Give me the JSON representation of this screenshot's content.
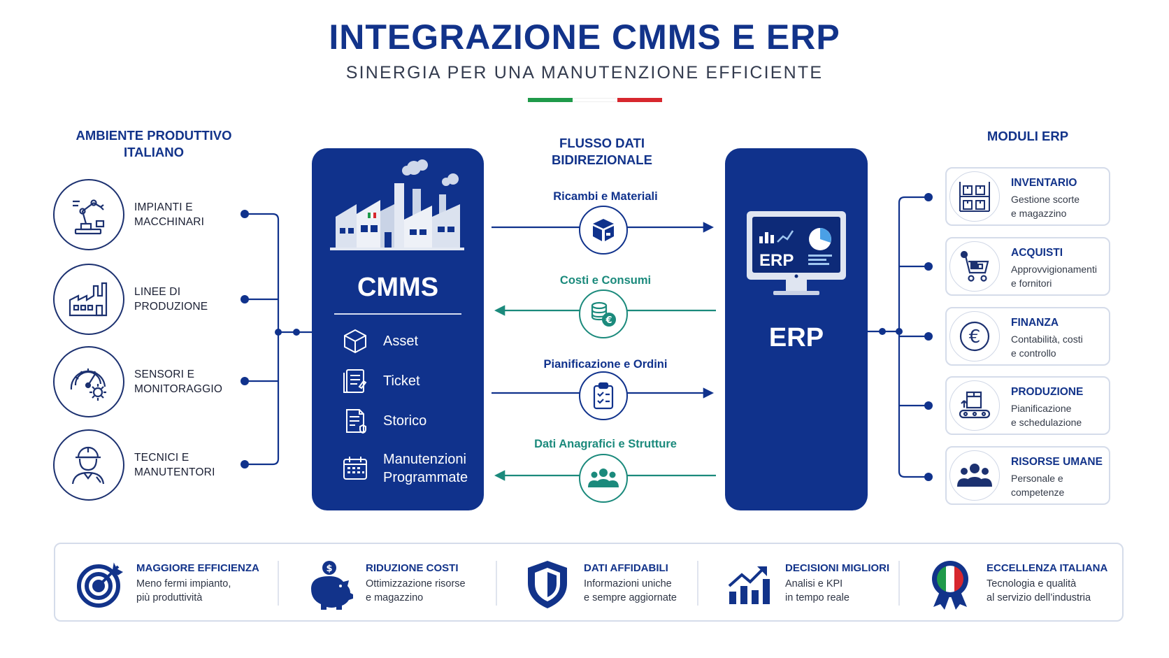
{
  "header": {
    "title": "INTEGRAZIONE CMMS E ERP",
    "subtitle": "SINERGIA PER UNA MANUTENZIONE EFFICIENTE"
  },
  "colors": {
    "navy": "#10328c",
    "teal": "#1b8a7c",
    "flag_green": "#1f9a4a",
    "flag_white": "#ffffff",
    "flag_red": "#d7272e"
  },
  "left": {
    "heading_line1": "AMBIENTE PRODUTTIVO",
    "heading_line2": "ITALIANO",
    "items": [
      {
        "line1": "IMPIANTI E",
        "line2": "MACCHINARI",
        "icon": "robot-arm-icon"
      },
      {
        "line1": "LINEE DI",
        "line2": "PRODUZIONE",
        "icon": "factory-icon"
      },
      {
        "line1": "SENSORI E",
        "line2": "MONITORAGGIO",
        "icon": "gauge-gear-icon"
      },
      {
        "line1": "TECNICI E",
        "line2": "MANUTENTORI",
        "icon": "technician-icon"
      }
    ]
  },
  "cmms": {
    "title": "CMMS",
    "items": [
      {
        "label": "Asset",
        "icon": "cube-icon"
      },
      {
        "label": "Ticket",
        "icon": "ticket-icon"
      },
      {
        "label": "Storico",
        "icon": "history-doc-icon"
      },
      {
        "label_line1": "Manutenzioni",
        "label_line2": "Programmate",
        "icon": "calendar-icon"
      }
    ]
  },
  "flow": {
    "heading_line1": "FLUSSO DATI",
    "heading_line2": "BIDIREZIONALE",
    "items": [
      {
        "label": "Ricambi e Materiali",
        "direction": "right",
        "icon": "box-icon"
      },
      {
        "label": "Costi e Consumi",
        "direction": "left",
        "icon": "coins-icon"
      },
      {
        "label": "Pianificazione e Ordini",
        "direction": "right",
        "icon": "clipboard-icon"
      },
      {
        "label": "Dati Anagrafici e Strutture",
        "direction": "left",
        "icon": "people-icon"
      }
    ]
  },
  "erp": {
    "title": "ERP",
    "monitor_text": "ERP"
  },
  "modules": {
    "heading": "MODULI ERP",
    "items": [
      {
        "title": "INVENTARIO",
        "line1": "Gestione scorte",
        "line2": "e magazzino",
        "icon": "shelves-icon"
      },
      {
        "title": "ACQUISTI",
        "line1": "Approvvigionamenti",
        "line2": "e fornitori",
        "icon": "cart-icon"
      },
      {
        "title": "FINANZA",
        "line1": "Contabilità, costi",
        "line2": "e controllo",
        "icon": "euro-icon"
      },
      {
        "title": "PRODUZIONE",
        "line1": "Pianificazione",
        "line2": "e schedulazione",
        "icon": "conveyor-icon"
      },
      {
        "title": "RISORSE UMANE",
        "line1": "Personale e",
        "line2": "competenze",
        "icon": "team-icon"
      }
    ]
  },
  "benefits": [
    {
      "title": "MAGGIORE EFFICIENZA",
      "line1": "Meno fermi impianto,",
      "line2": "più produttività",
      "icon": "target-icon"
    },
    {
      "title": "RIDUZIONE COSTI",
      "line1": "Ottimizzazione risorse",
      "line2": "e magazzino",
      "icon": "piggy-bank-icon"
    },
    {
      "title": "DATI AFFIDABILI",
      "line1": "Informazioni uniche",
      "line2": "e sempre aggiornate",
      "icon": "shield-icon"
    },
    {
      "title": "DECISIONI MIGLIORI",
      "line1": "Analisi e KPI",
      "line2": "in tempo reale",
      "icon": "growth-chart-icon"
    },
    {
      "title": "ECCELLENZA ITALIANA",
      "line1": "Tecnologia e qualità",
      "line2": "al servizio dell’industria",
      "icon": "italian-medal-icon"
    }
  ]
}
